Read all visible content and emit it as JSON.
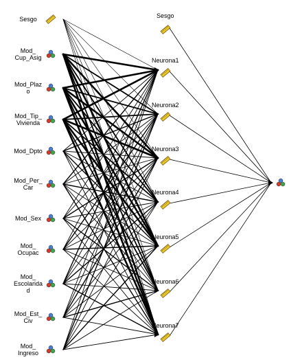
{
  "diagram": {
    "inputs": [
      {
        "label": "Sesgo",
        "kind": "bias"
      },
      {
        "label": "Mod_\nCup_Asig",
        "kind": "variable"
      },
      {
        "label": "Mod_Plaz\no",
        "kind": "variable"
      },
      {
        "label": "Mod_Tip_\nVivienda",
        "kind": "variable"
      },
      {
        "label": "Mod_Dpto",
        "kind": "variable"
      },
      {
        "label": "Mod_Per_\nCar",
        "kind": "variable"
      },
      {
        "label": "Mod_Sex",
        "kind": "variable"
      },
      {
        "label": "Mod_\nOcupac",
        "kind": "variable"
      },
      {
        "label": "Mod_\nEscolarida\nd",
        "kind": "variable"
      },
      {
        "label": "Mod_Est_\nCiv",
        "kind": "variable"
      },
      {
        "label": "Mod_\nIngreso",
        "kind": "variable"
      }
    ],
    "hidden": [
      {
        "label": "Sesgo",
        "kind": "bias"
      },
      {
        "label": "Neurona1",
        "kind": "neuron"
      },
      {
        "label": "Neurona2",
        "kind": "neuron"
      },
      {
        "label": "Neurona3",
        "kind": "neuron"
      },
      {
        "label": "Neurona4",
        "kind": "neuron"
      },
      {
        "label": "Neurona5",
        "kind": "neuron"
      },
      {
        "label": "Neurona6",
        "kind": "neuron"
      },
      {
        "label": "Neurona7",
        "kind": "neuron"
      }
    ],
    "output": {
      "label": "",
      "kind": "variable"
    },
    "strong_inputs": [
      1,
      2,
      3
    ],
    "icons": {
      "bias": "ruler-icon",
      "variable": "molecule-icon"
    },
    "colors": {
      "edge": "#000000",
      "ruler": "#e8c830",
      "blue": "#4a7ed0",
      "red": "#d23a2a",
      "green": "#3fa548"
    }
  }
}
